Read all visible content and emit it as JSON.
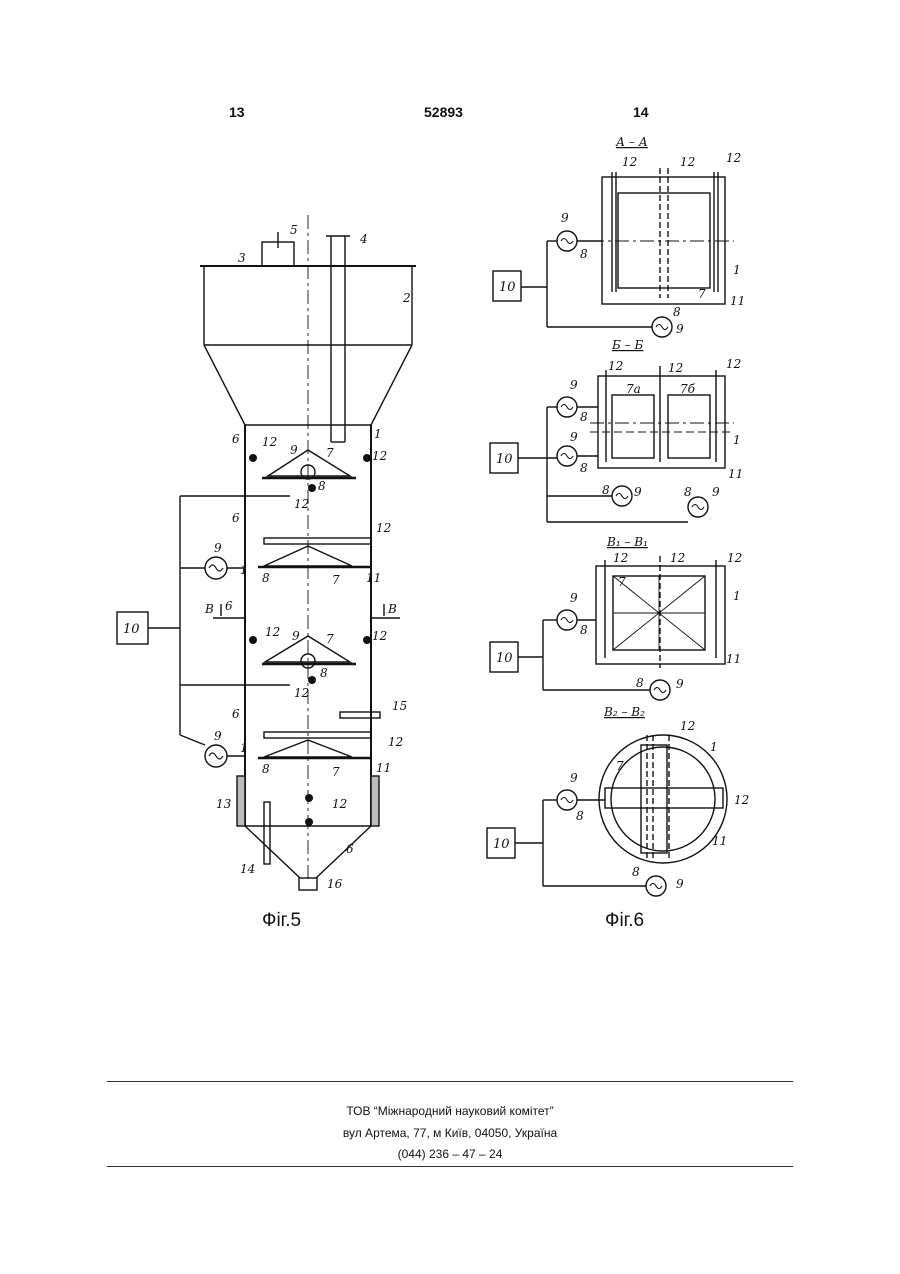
{
  "header": {
    "page_left": "13",
    "patent_no": "52893",
    "page_right": "14"
  },
  "fig5": {
    "caption": "Фіг.5",
    "block_label": "10",
    "labels": {
      "l1": "1",
      "l2": "2",
      "l3": "3",
      "l4": "4",
      "l5": "5",
      "l6": "6",
      "l7": "7",
      "l8": "8",
      "l9": "9",
      "l11": "11",
      "l12": "12",
      "l13": "13",
      "l14": "14",
      "l15": "15",
      "l16": "16",
      "sec": "В"
    }
  },
  "fig6": {
    "caption": "Фіг.6",
    "section_a": "А – А",
    "section_b": "Б – Б",
    "section_v1": "В₁ – В₁",
    "section_v2": "В₂ – В₂",
    "block_label": "10",
    "labels": {
      "l7a": "7а",
      "l7b": "7б"
    }
  },
  "footer": {
    "line1": "ТОВ “Міжнародний науковий комітет”",
    "line2": "вул  Артема, 77, м  Київ, 04050, Україна",
    "line3": "(044) 236 – 47 – 24"
  }
}
